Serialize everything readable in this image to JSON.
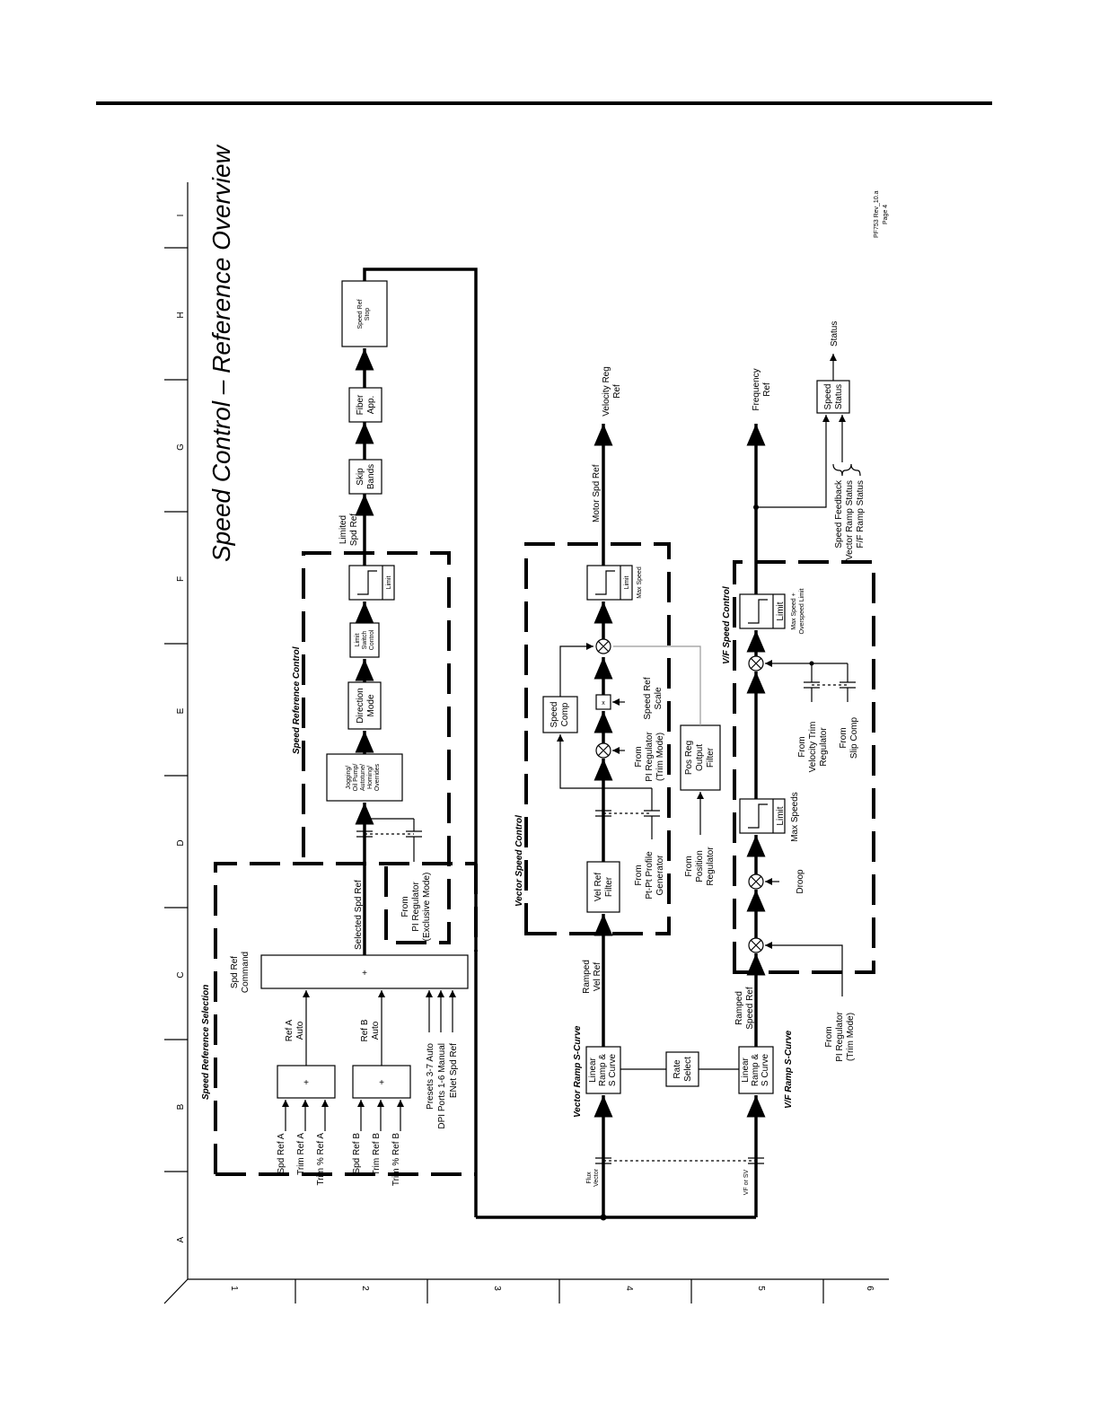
{
  "title": "Speed Control – Reference Overview",
  "revision": {
    "line1": "PF753 Rev_10.a",
    "line2": "Page 4"
  },
  "grid": {
    "letters": [
      "A",
      "B",
      "C",
      "D",
      "E",
      "F",
      "G",
      "H",
      "I"
    ],
    "numbers": [
      "1",
      "2",
      "3",
      "4",
      "5",
      "6"
    ]
  },
  "sections": {
    "speed_ref_selection": "Speed Reference Selection",
    "speed_ref_control": "Speed Reference Control",
    "vector_speed_control": "Vector Speed Control",
    "vf_speed_control": "V/F Speed Control",
    "vector_ramp": "Vector Ramp S-Curve",
    "vf_ramp": "V/F Ramp S-Curve"
  },
  "selection": {
    "plus": "+",
    "ref_a": [
      "Spd Ref A",
      "Trim Ref A",
      "Trim % Ref A"
    ],
    "ref_b": [
      "Spd Ref B",
      "Trim Ref B",
      "Trim % Ref B"
    ],
    "ref_a_auto": [
      "Ref A",
      "Auto"
    ],
    "ref_b_auto": [
      "Ref B",
      "Auto"
    ],
    "presets": [
      "Presets 3-7 Auto",
      "DPI Ports 1-6 Manual",
      "ENet Spd Ref"
    ],
    "spd_ref_command": [
      "Spd Ref",
      "Command"
    ],
    "selected_spd_ref": "Selected Spd Ref",
    "from_pi_exclusive": [
      "From",
      "PI Regulator",
      "(Exclusive Mode)"
    ]
  },
  "control": {
    "jogging": [
      "Jogging/",
      "Oil Pump/",
      "Autotune/",
      "Homing/",
      "Overrides"
    ],
    "direction": [
      "Direction",
      "Mode"
    ],
    "limit_switch": [
      "Limit",
      "Switch",
      "Control"
    ],
    "limit": "Limit",
    "limited_spd_ref": [
      "Limited",
      "Spd Ref"
    ],
    "skip_bands": [
      "Skip",
      "Bands"
    ],
    "fiber_app": [
      "Fiber",
      "App."
    ],
    "speed_ref_stop": [
      "Speed Ref",
      "Stop"
    ]
  },
  "vector": {
    "flux_vector": [
      "Flux",
      "Vector"
    ],
    "linear_ramp": [
      "Linear",
      "Ramp &",
      "S Curve"
    ],
    "rate_select": [
      "Rate",
      "Select"
    ],
    "ramped_vel_ref": [
      "Ramped",
      "Vel Ref"
    ],
    "vel_ref_filter": [
      "Vel Ref",
      "Filter"
    ],
    "from_ptpt": [
      "From",
      "Pt-Pt Profile",
      "Generator"
    ],
    "from_pi_trim": [
      "From",
      "PI Regulator",
      "(Trim Mode)"
    ],
    "mult": "x",
    "speed_ref_scale": [
      "Speed Ref",
      "Scale"
    ],
    "speed_comp": [
      "Speed",
      "Comp"
    ],
    "pos_reg_filter": [
      "Pos Reg",
      "Output",
      "Filter"
    ],
    "from_position": [
      "From",
      "Position",
      "Regulator"
    ],
    "limit": "Limit",
    "max_speed": "Max Speed",
    "motor_spd_ref": "Motor Spd Ref",
    "velocity_reg_ref": [
      "Velocity Reg",
      "Ref"
    ]
  },
  "vf": {
    "vf_or_sv": "VF or SV",
    "linear_ramp": [
      "Linear",
      "Ramp &",
      "S Curve"
    ],
    "ramped_speed_ref": [
      "Ramped",
      "Speed Ref"
    ],
    "from_pi_trim": [
      "From",
      "PI Regulator",
      "(Trim Mode)"
    ],
    "droop": "Droop",
    "limit": "Limit",
    "max_speeds": "Max Speeds",
    "from_velocity_trim": [
      "From",
      "Velocity Trim",
      "Regulator"
    ],
    "from_slip_comp": [
      "From",
      "Slip Comp"
    ],
    "limit2": "Limit",
    "max_speed_overspeed": [
      "Max Speed +",
      "Overspeed Limit"
    ],
    "frequency_ref": [
      "Frequency",
      "Ref"
    ],
    "speed_status": [
      "Speed",
      "Status"
    ],
    "status": "Status",
    "status_inputs": [
      "Speed Feedback",
      "Vector Ramp Status",
      "F/F Ramp Status"
    ]
  }
}
